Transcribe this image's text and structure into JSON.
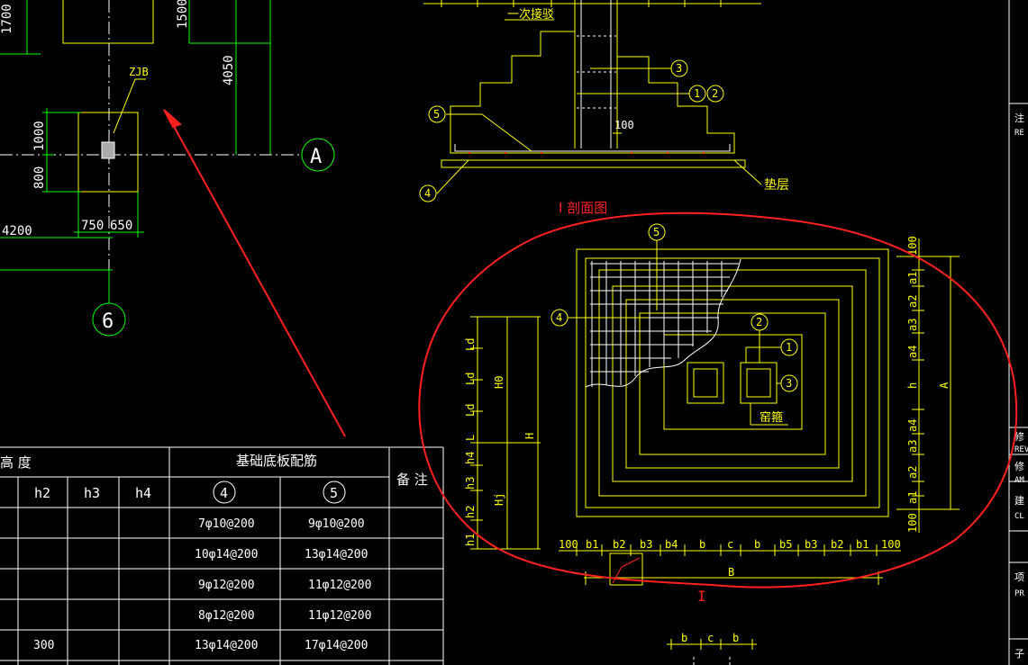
{
  "colors": {
    "background": "#000000",
    "primary": "#ffff00",
    "secondary": "#00ff00",
    "annotation": "#ff2020",
    "text": "#ffffff",
    "frame": "#00ffff"
  },
  "plan": {
    "dim_1700": "1700",
    "dim_1500": "1500",
    "dim_4050": "4050",
    "dim_1000": "1000",
    "dim_800": "800",
    "dim_4200": "4200",
    "dim_750": "750",
    "dim_650": "650",
    "tag_zjb": "ZJB",
    "axis_a": "A",
    "axis_6": "6"
  },
  "section": {
    "label_first_pour": "一次接驳",
    "label_cushion": "垫层",
    "label_100": "100",
    "callouts": [
      "3",
      "1",
      "2",
      "5",
      "4"
    ],
    "title": "I 剖面图"
  },
  "foundation_plan": {
    "callouts": [
      "5",
      "4",
      "2",
      "1",
      "3"
    ],
    "label_pit": "窑箍",
    "left_dims": [
      "Ld",
      "Ld",
      "Ld",
      "L",
      "h4",
      "h3",
      "h2",
      "h1"
    ],
    "left_labels": [
      "H0",
      "H",
      "Hj"
    ],
    "right_dims": [
      "100",
      "a1",
      "a2",
      "a3",
      "a4",
      "h",
      "a4",
      "a3",
      "a2",
      "a1",
      "100"
    ],
    "right_label": "A",
    "bottom_dims": [
      "100",
      "b1",
      "b2",
      "b3",
      "b4",
      "b",
      "c",
      "b",
      "b5",
      "b3",
      "b2",
      "b1",
      "100"
    ],
    "bottom_label": "B",
    "roman_mark": "I",
    "small_dims": [
      "b",
      "c",
      "b"
    ]
  },
  "table": {
    "header_left_partial": "高 度",
    "header_right": "基础底板配筋",
    "header_notes": "备 注",
    "sub_headers": [
      "h2",
      "h3",
      "h4"
    ],
    "rebar_markers": [
      "4",
      "5"
    ],
    "rows": [
      {
        "h3": "",
        "r4": "7φ10@200",
        "r5": "9φ10@200"
      },
      {
        "h3": "",
        "r4": "10φ14@200",
        "r5": "13φ14@200"
      },
      {
        "h3": "",
        "r4": "9φ12@200",
        "r5": "11φ12@200"
      },
      {
        "h3": "",
        "r4": "8φ12@200",
        "r5": "11φ12@200"
      },
      {
        "h3": "300",
        "r4": "13φ14@200",
        "r5": "17φ14@200"
      }
    ]
  },
  "title_block": {
    "fragments": [
      "注",
      "RE",
      "修",
      "REV",
      "修",
      "AM",
      "建",
      "CL",
      "项",
      "PR",
      "子"
    ]
  }
}
